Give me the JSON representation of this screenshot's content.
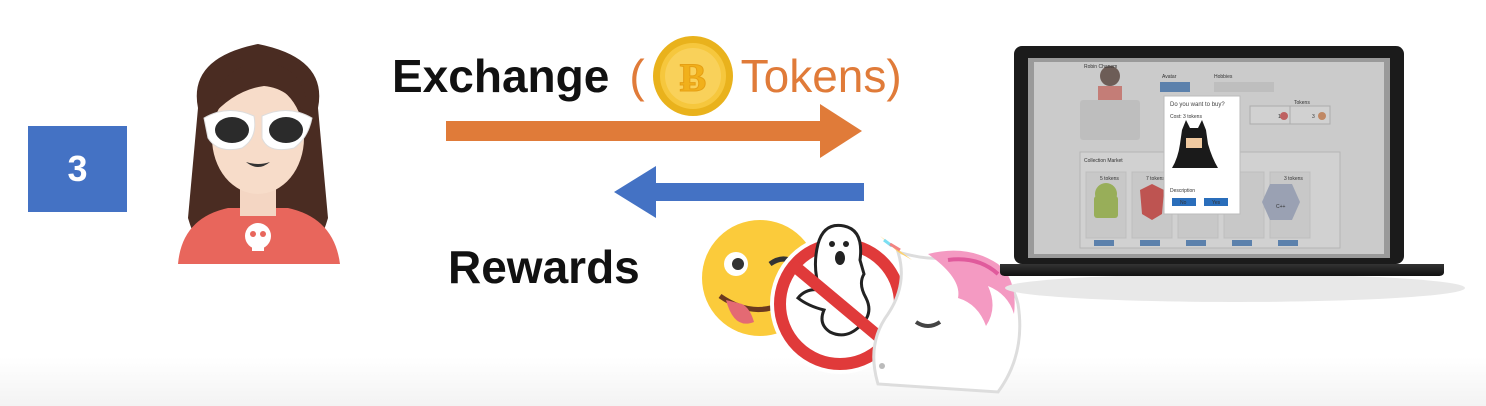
{
  "step": {
    "number": "3"
  },
  "exchange": {
    "label": "Exchange",
    "open_paren": "(",
    "currency": "Tokens)"
  },
  "rewards": {
    "label": "Rewards"
  },
  "colors": {
    "step_badge": "#4472c4",
    "exchange_arrow": "#e07b39",
    "rewards_arrow": "#4472c4",
    "tokens_text": "#e07b39"
  },
  "icons": [
    "user-avatar-icon",
    "token-coin-icon",
    "exchange-arrow-right",
    "rewards-arrow-left",
    "winking-emoji-sticker",
    "ghostbusters-sticker",
    "unicorn-sticker",
    "laptop-icon"
  ],
  "laptop_screen": {
    "header": "Robin Chanem",
    "avatar_label": "Avatar",
    "hobbies_label": "Hobbies",
    "tokens_label": "Tokens",
    "likes_count": "1",
    "tokens_count": "3",
    "market_label": "Collection Market",
    "card_price_1": "5 tokens",
    "card_price_2": "7 tokens",
    "card_price_4": "3 tokens",
    "dialog_title": "Do you want to buy?",
    "dialog_cost": "Cost: 3 tokens",
    "dialog_desc": "Description",
    "dialog_no": "No",
    "dialog_yes": "Yes",
    "card_cpp": "C++"
  }
}
